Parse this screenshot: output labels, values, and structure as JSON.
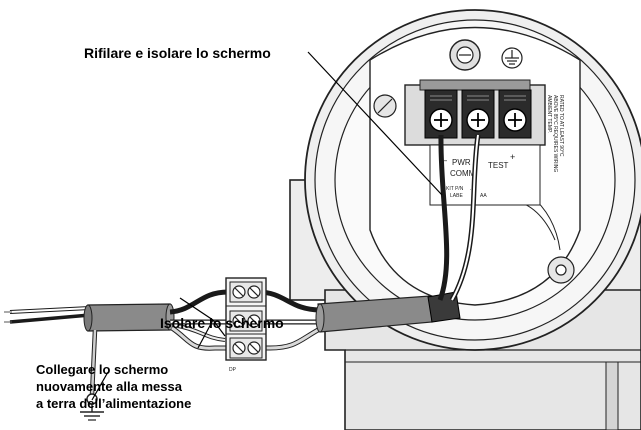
{
  "callouts": {
    "trim_shield": "Rifilare e isolare lo schermo",
    "insulate_shield": "Isolare lo schermo",
    "reconnect_line1": "Collegare lo schermo",
    "reconnect_line2": "nuovamente alla messa",
    "reconnect_line3": "a terra dell’alimentazione"
  },
  "terminal_block": {
    "pwr_label": "PWR /",
    "comm_label": "COMM",
    "test_label": "TEST",
    "plus_sign": "+",
    "minus_sign": "–",
    "kit_label": "KIT P/N",
    "kit_part_number": "...",
    "label_text": "LABE",
    "label_rev": "AA",
    "warning_line1": "AMBIENT TEMP.",
    "warning_line2": "ABOVE 85°C REQUIRES WIRING",
    "warning_line3": "RATED TO AT LEAST 90°C"
  },
  "junction_box": {
    "mark": "DP"
  },
  "colors": {
    "housing_fill": "#ededed",
    "housing_stroke": "#222222",
    "cable_jacket": "#8a8a8a",
    "wire_black": "#1a1a1a",
    "wire_white": "#ffffff",
    "shield_drain": "#bdbdbd"
  }
}
